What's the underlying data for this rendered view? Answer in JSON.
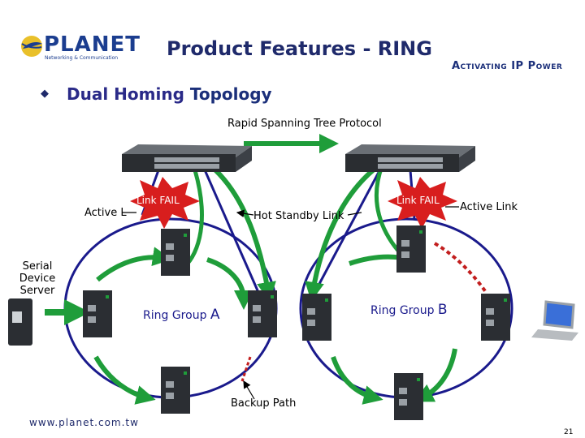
{
  "header": {
    "logo_text": "PLANET",
    "logo_tagline": "Networking & Communication",
    "title": "Product Features - RING",
    "slogan": "Activating IP Power"
  },
  "subtitle": {
    "part1": "Dual Homing",
    "part2": "Topology"
  },
  "diagram": {
    "protocol_label": "Rapid Spanning Tree Protocol",
    "active_link_left": "Active L",
    "active_link_right": "Active Link",
    "hot_standby": "Hot Standby Link",
    "link_fail_left": "Link FAIL",
    "link_fail_right": "Link FAIL",
    "serial_device_line1": "Serial Device",
    "serial_device_line2": "Server",
    "ring_group_a_text": "Ring Group",
    "ring_group_a_letter": "A",
    "ring_group_b_text": "Ring Group",
    "ring_group_b_letter": "B",
    "backup_path": "Backup Path"
  },
  "footer": {
    "url": "www.planet.com.tw",
    "page": "21"
  },
  "colors": {
    "title": "#1f2a6b",
    "ring": "#1a1a8c",
    "link": "#1a1a8c",
    "green_arrow": "#1f9d3a",
    "fail_red": "#d81e1e",
    "dashed_red": "#c21e1e"
  }
}
